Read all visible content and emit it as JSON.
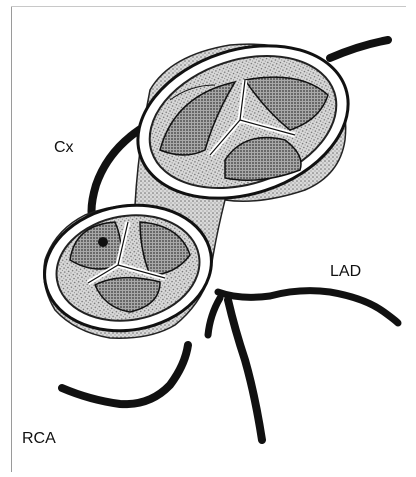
{
  "labels": {
    "cx": "Cx",
    "lad": "LAD",
    "rca": "RCA"
  },
  "colors": {
    "ink": "#111111",
    "valve_shade": "#7a7a7a",
    "background": "#ffffff"
  }
}
